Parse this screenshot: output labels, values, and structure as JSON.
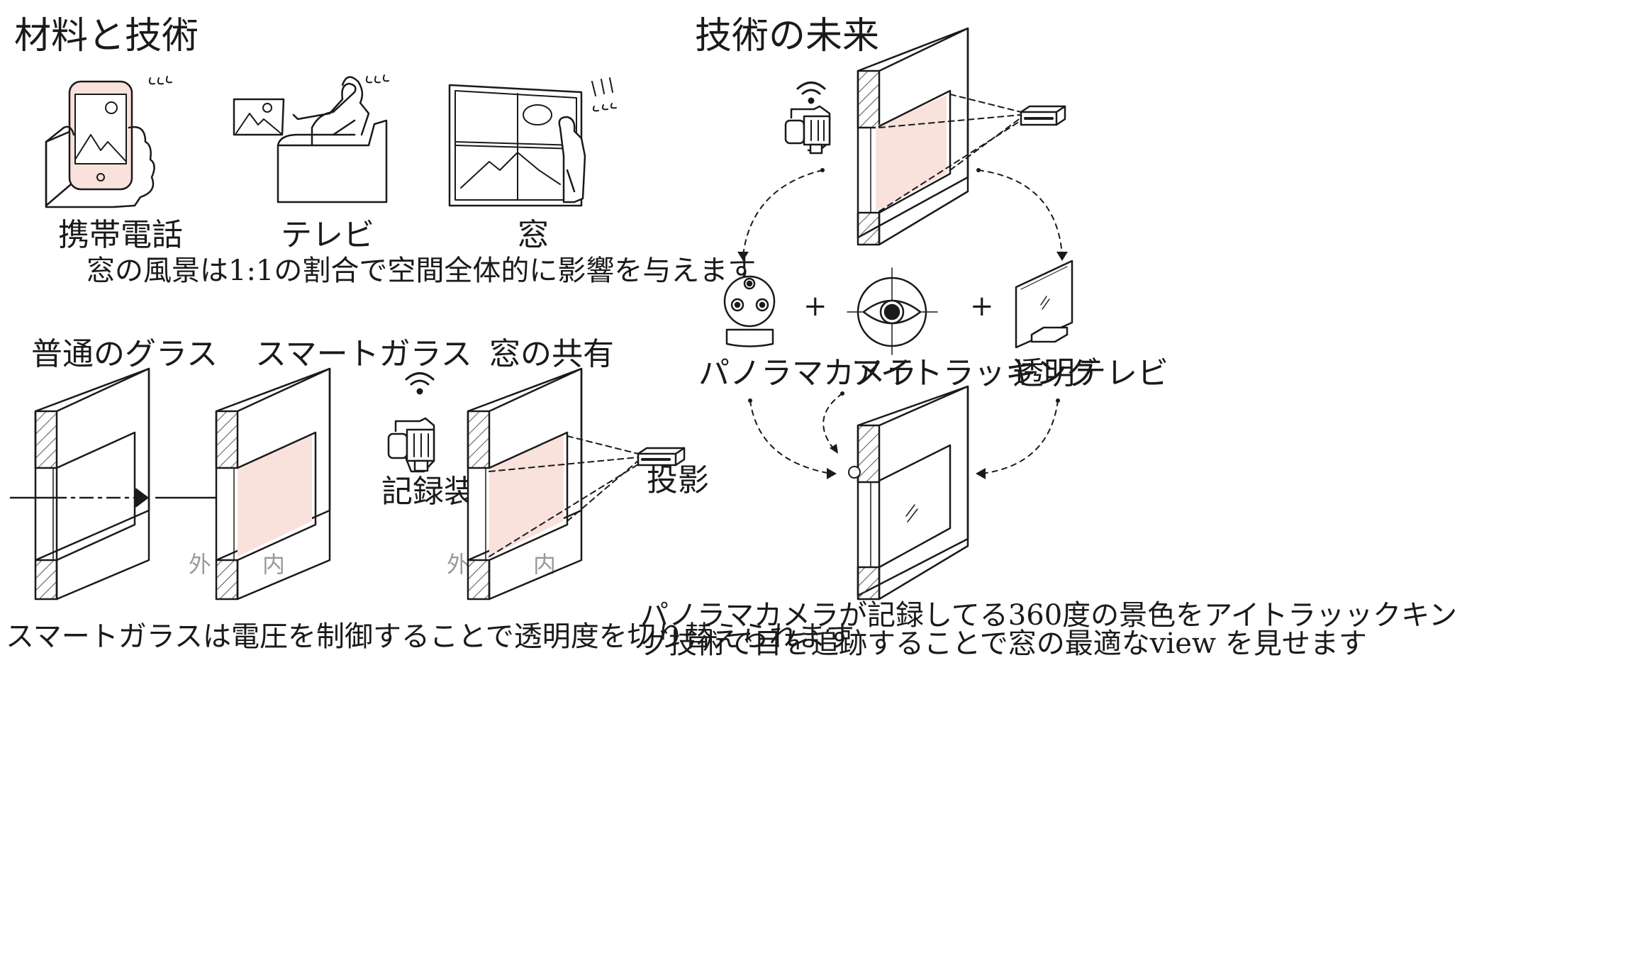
{
  "colors": {
    "pink": "#f9e1dc",
    "ink": "#1a1a1a",
    "muted": "#9a9a9a",
    "hatch": "#555555"
  },
  "left_title": "材料と技術",
  "right_title": "技術の未来",
  "media": [
    {
      "label": "携帯電話",
      "icon": "smartphone-icon",
      "reaction": "०००"
    },
    {
      "label": "テレビ",
      "icon": "tv-viewer-icon",
      "reaction": "०००"
    },
    {
      "label": "窓",
      "icon": "window-viewer-icon",
      "reaction": "!!!"
    }
  ],
  "media_caption": "窓の風景は1:1の割合で空間全体的に影響を与えます",
  "glass": {
    "normal": "普通のグラス",
    "smart": "スマートガラス",
    "share": "窓の共有",
    "recorder": "記録装置",
    "projection": "投影",
    "outside": "外",
    "inside": "内",
    "caption": "スマートガラスは電圧を制御することで透明度を切り替えられます"
  },
  "future": {
    "items": [
      "パノラマカメラ",
      "アイトラッキング",
      "透明テレビ"
    ],
    "plus": "+",
    "caption_line1": "パノラマカメラが記録してる360度の景色をアイトラッックキン",
    "caption_line2": "グ技術で目を追跡することで窓の最適なview を見せます"
  }
}
